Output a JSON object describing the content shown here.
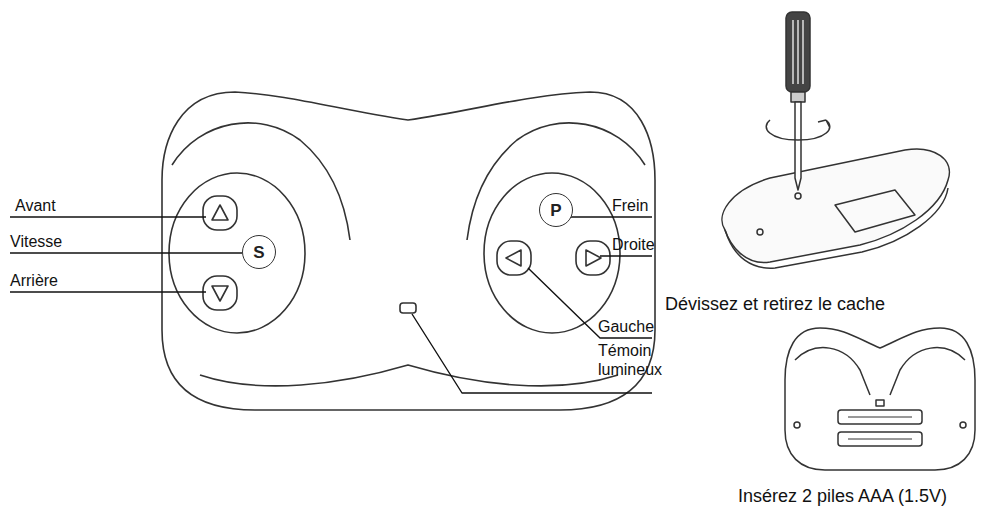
{
  "diagram": {
    "nodes": [
      {
        "text": [
          "S"
        ]
      },
      {
        "text": [
          "P"
        ]
      }
    ],
    "labels": [
      "Avant",
      "Vitesse",
      "Arrière",
      "Frein",
      "Droite",
      "Gauche",
      "Témoin lumineux",
      "Dévissez et retirez le cache",
      "Insérez 2 piles AAA (1.5V)"
    ]
  }
}
